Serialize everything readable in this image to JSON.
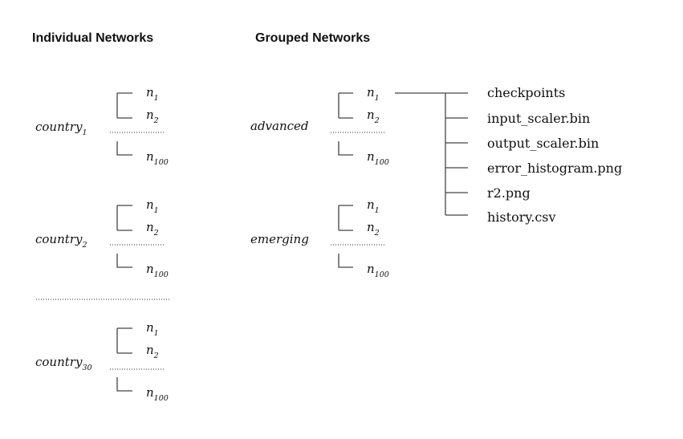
{
  "headers": {
    "individual": "Individual Networks",
    "grouped": "Grouped Networks"
  },
  "node_labels": {
    "base": "n",
    "first_sub": "1",
    "second_sub": "2",
    "last_sub": "100"
  },
  "individual": [
    {
      "base": "country",
      "sub": "1"
    },
    {
      "base": "country",
      "sub": "2"
    },
    {
      "base": "country",
      "sub": "30"
    }
  ],
  "grouped": [
    {
      "name": "advanced"
    },
    {
      "name": "emerging"
    }
  ],
  "files": [
    "checkpoints",
    "input_scaler.bin",
    "output_scaler.bin",
    "error_histogram.png",
    "r2.png",
    "history.csv"
  ]
}
